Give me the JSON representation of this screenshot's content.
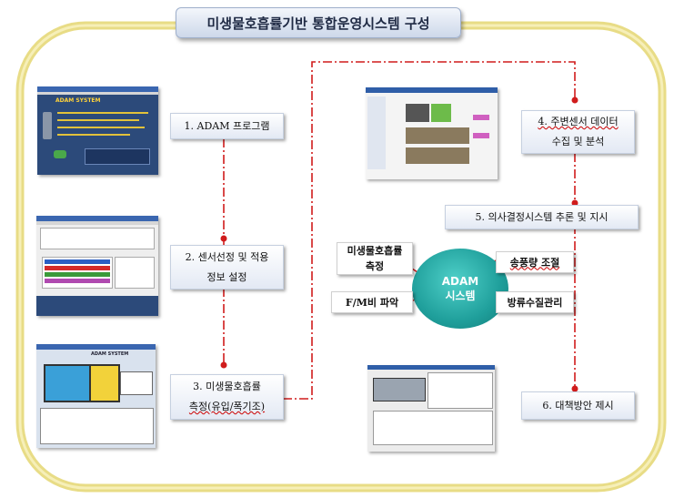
{
  "title": "미생물호흡률기반 통합운영시스템 구성",
  "steps": {
    "s1": {
      "line1": "1. ADAM 프로그램"
    },
    "s2": {
      "line1": "2. 센서선정 및 적용",
      "line2": "정보 설정"
    },
    "s3": {
      "line1": "3. 미생물호흡률",
      "line2": "측정(유입/폭기조)"
    },
    "s4": {
      "line1": "4. 주변센서 데이터",
      "line2": "수집 및 분석"
    },
    "s5": {
      "line1": "5. 의사결정시스템 추론 및 지시"
    },
    "s6": {
      "line1": "6. 대책방안 제시"
    }
  },
  "adam": {
    "line1": "ADAM",
    "line2": "시스템"
  },
  "satellites": {
    "resp": {
      "line1": "미생물호흡률",
      "line2": "측정"
    },
    "fm": {
      "line1": "F/M비 파악"
    },
    "air": {
      "line1": "송풍량 조절"
    },
    "effluent": {
      "line1": "방류수질관리"
    }
  },
  "screenshot1": {
    "brand": "ADAM SYSTEM"
  },
  "screenshot3": {
    "brand": "ADAM SYSTEM"
  },
  "colors": {
    "frame": "#e8dc86",
    "connector": "#d01c1c",
    "adam": "#1f9f9b",
    "title_text": "#1f2a44"
  }
}
